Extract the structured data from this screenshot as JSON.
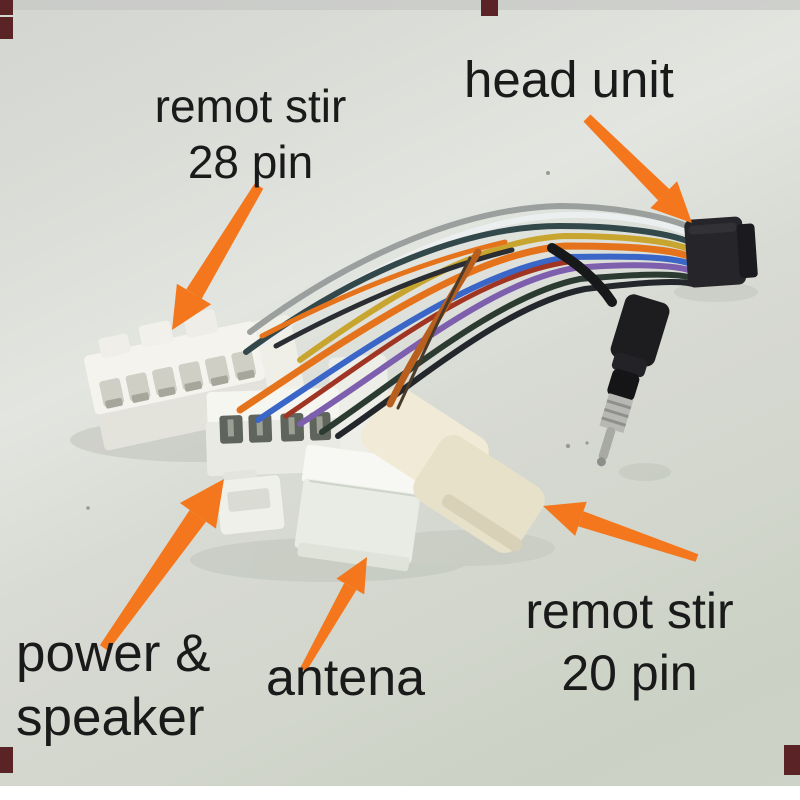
{
  "photo": {
    "labels": {
      "remote_28_line1": "remot stir",
      "remote_28_line2": "28 pin",
      "head_unit": "head unit",
      "power_line1": "power &",
      "power_line2": "speaker",
      "antenna": "antena",
      "remote_20_line1": "remot stir",
      "remote_20_line2": "20 pin"
    },
    "colors": {
      "annotation_arrow": "#f4771d",
      "annotation_text": "#1a1a1a",
      "background_top": "#d7d9d4",
      "background_bottom": "#ccd1c6",
      "bottom_band": "#ffffff",
      "corner_marks": "#5a2326",
      "head_unit_connector": "#26262a",
      "white_connectors": "#f2f2ec",
      "cream_connector": "#efe9d4"
    },
    "wire_colors": [
      "gray",
      "white",
      "dark-green",
      "yellow",
      "orange",
      "blue",
      "purple",
      "black",
      "red"
    ]
  }
}
